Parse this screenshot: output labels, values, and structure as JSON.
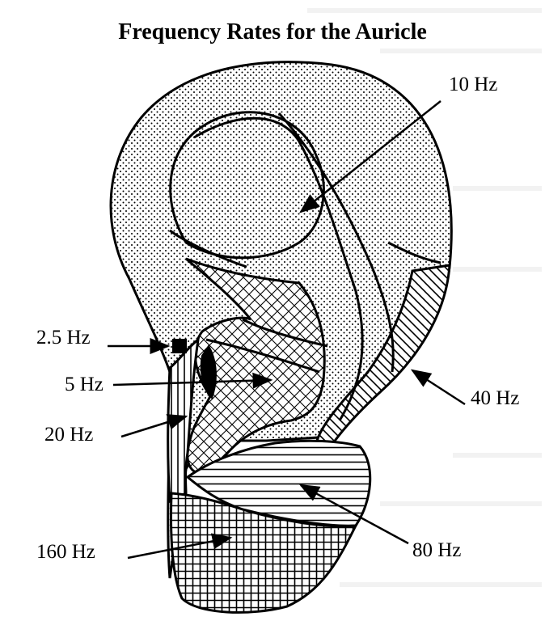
{
  "title": "Frequency Rates for the Auricle",
  "zones": [
    {
      "id": "helix",
      "label": "10 Hz"
    },
    {
      "id": "tragus",
      "label": "2.5 Hz"
    },
    {
      "id": "intertragic",
      "label": "5 Hz"
    },
    {
      "id": "antitragus",
      "label": "20 Hz"
    },
    {
      "id": "antihelix",
      "label": "40 Hz"
    },
    {
      "id": "lobe-upper",
      "label": "80 Hz"
    },
    {
      "id": "lobe-lower",
      "label": "160 Hz"
    }
  ]
}
